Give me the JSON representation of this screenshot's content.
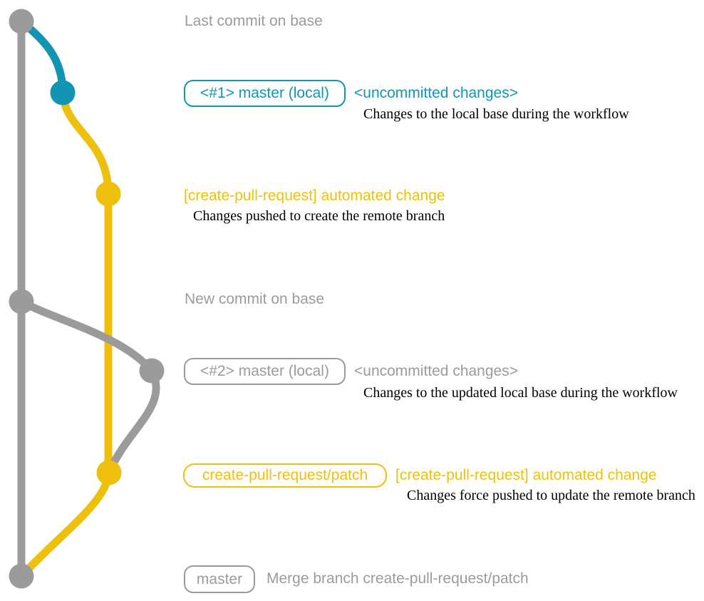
{
  "colors": {
    "gray": "#9b9b9b",
    "teal": "#1295b2",
    "yellow": "#eec00e",
    "black": "#000000",
    "background": "#ffffff"
  },
  "graph": {
    "description": "Git commit graph for the create-pull-request workflow",
    "branches": [
      {
        "name": "base",
        "color": "gray"
      },
      {
        "name": "local-master-uncommitted-1",
        "color": "teal"
      },
      {
        "name": "create-pull-request-patch",
        "color": "yellow"
      }
    ],
    "commits": [
      {
        "name": "last-commit-on-base",
        "color": "gray"
      },
      {
        "name": "uncommitted-changes-1",
        "color": "teal"
      },
      {
        "name": "automated-change-1",
        "color": "yellow"
      },
      {
        "name": "new-commit-on-base",
        "color": "gray"
      },
      {
        "name": "uncommitted-changes-2",
        "color": "gray"
      },
      {
        "name": "automated-change-2",
        "color": "yellow"
      },
      {
        "name": "merge-commit",
        "color": "gray"
      }
    ]
  },
  "annotations": {
    "last_commit": {
      "label": "Last commit on base"
    },
    "row1": {
      "badge": "<#1> master (local)",
      "title": "<uncommitted changes>",
      "desc": "Changes to the local base during the workflow"
    },
    "row2": {
      "title": "[create-pull-request] automated change",
      "desc": "Changes pushed to create the remote branch"
    },
    "new_commit": {
      "label": "New commit on base"
    },
    "row3": {
      "badge": "<#2> master (local)",
      "title": "<uncommitted changes>",
      "desc": "Changes to the updated local base during the workflow"
    },
    "row4": {
      "badge": "create-pull-request/patch",
      "title": "[create-pull-request] automated change",
      "desc": "Changes force pushed to update the remote branch"
    },
    "row5": {
      "badge": "master",
      "title": "Merge branch create-pull-request/patch"
    }
  }
}
